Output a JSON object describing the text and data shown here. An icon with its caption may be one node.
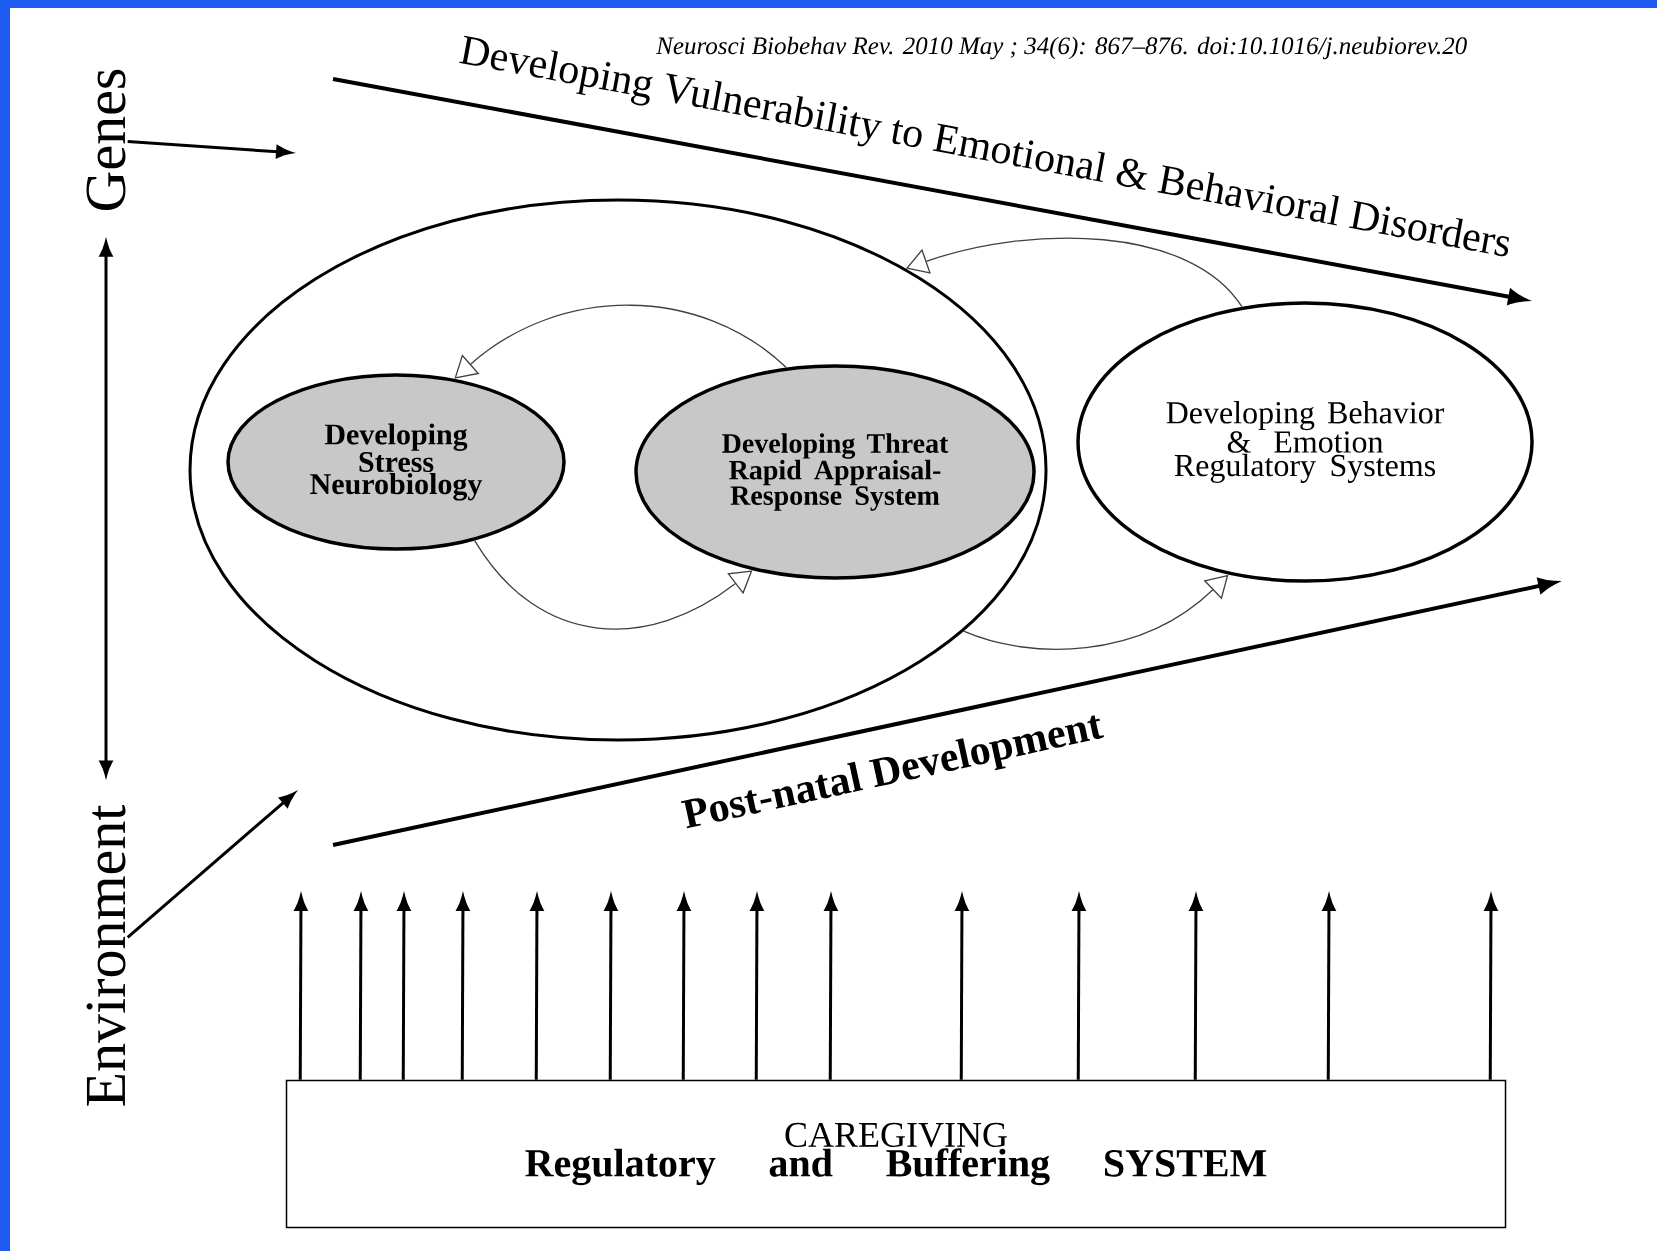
{
  "diagram": {
    "nodes": [
      {
        "text": [],
        "shape": "ellipse"
      },
      {
        "text": [
          "Developing Stress Neurobiology"
        ],
        "in": 0
      },
      {
        "text": [
          "Developing Threat Rapid Appraisal-Response System"
        ],
        "in": 0
      },
      {
        "text": [
          "Developing Behavior & Emotion Regulatory Systems"
        ]
      },
      {
        "text": [
          "CAREGIVING",
          "Regulatory and Buffering SYSTEM"
        ]
      },
      {
        "text": [
          "Genes"
        ]
      },
      {
        "text": [
          "Environment"
        ]
      }
    ],
    "edges": [
      {
        "from": 5,
        "to": 6,
        "arrow": "both"
      },
      {
        "from": 5,
        "to": null,
        "arrow": "to"
      },
      {
        "from": 6,
        "to": null,
        "arrow": "to"
      },
      {
        "from": 2,
        "to": 1,
        "arrow": "to"
      },
      {
        "from": 1,
        "to": 2,
        "arrow": "to"
      },
      {
        "from": 3,
        "to": 0,
        "arrow": "to"
      },
      {
        "from": 0,
        "to": 3,
        "arrow": "to"
      },
      {
        "from": 4,
        "to": null,
        "arrow": "to"
      },
      {
        "from": 4,
        "to": null,
        "arrow": "to"
      },
      {
        "from": 4,
        "to": null,
        "arrow": "to"
      },
      {
        "from": 4,
        "to": null,
        "arrow": "to"
      },
      {
        "from": 4,
        "to": null,
        "arrow": "to"
      },
      {
        "from": 4,
        "to": null,
        "arrow": "to"
      },
      {
        "from": 4,
        "to": null,
        "arrow": "to"
      },
      {
        "from": 4,
        "to": null,
        "arrow": "to"
      },
      {
        "from": 4,
        "to": null,
        "arrow": "to"
      },
      {
        "from": 4,
        "to": null,
        "arrow": "to"
      },
      {
        "from": 4,
        "to": null,
        "arrow": "to"
      },
      {
        "from": 4,
        "to": null,
        "arrow": "to"
      },
      {
        "from": 4,
        "to": null,
        "arrow": "to"
      },
      {
        "from": 4,
        "to": null,
        "arrow": "to"
      }
    ],
    "labels": [
      "Neurosci Biobehav Rev. 2010 May ; 34(6): 867–876. doi:10.1016/j.neubiorev.20",
      "Developing Vulnerability to Emotional & Behavioral Disorders",
      "Post-natal Development"
    ]
  }
}
